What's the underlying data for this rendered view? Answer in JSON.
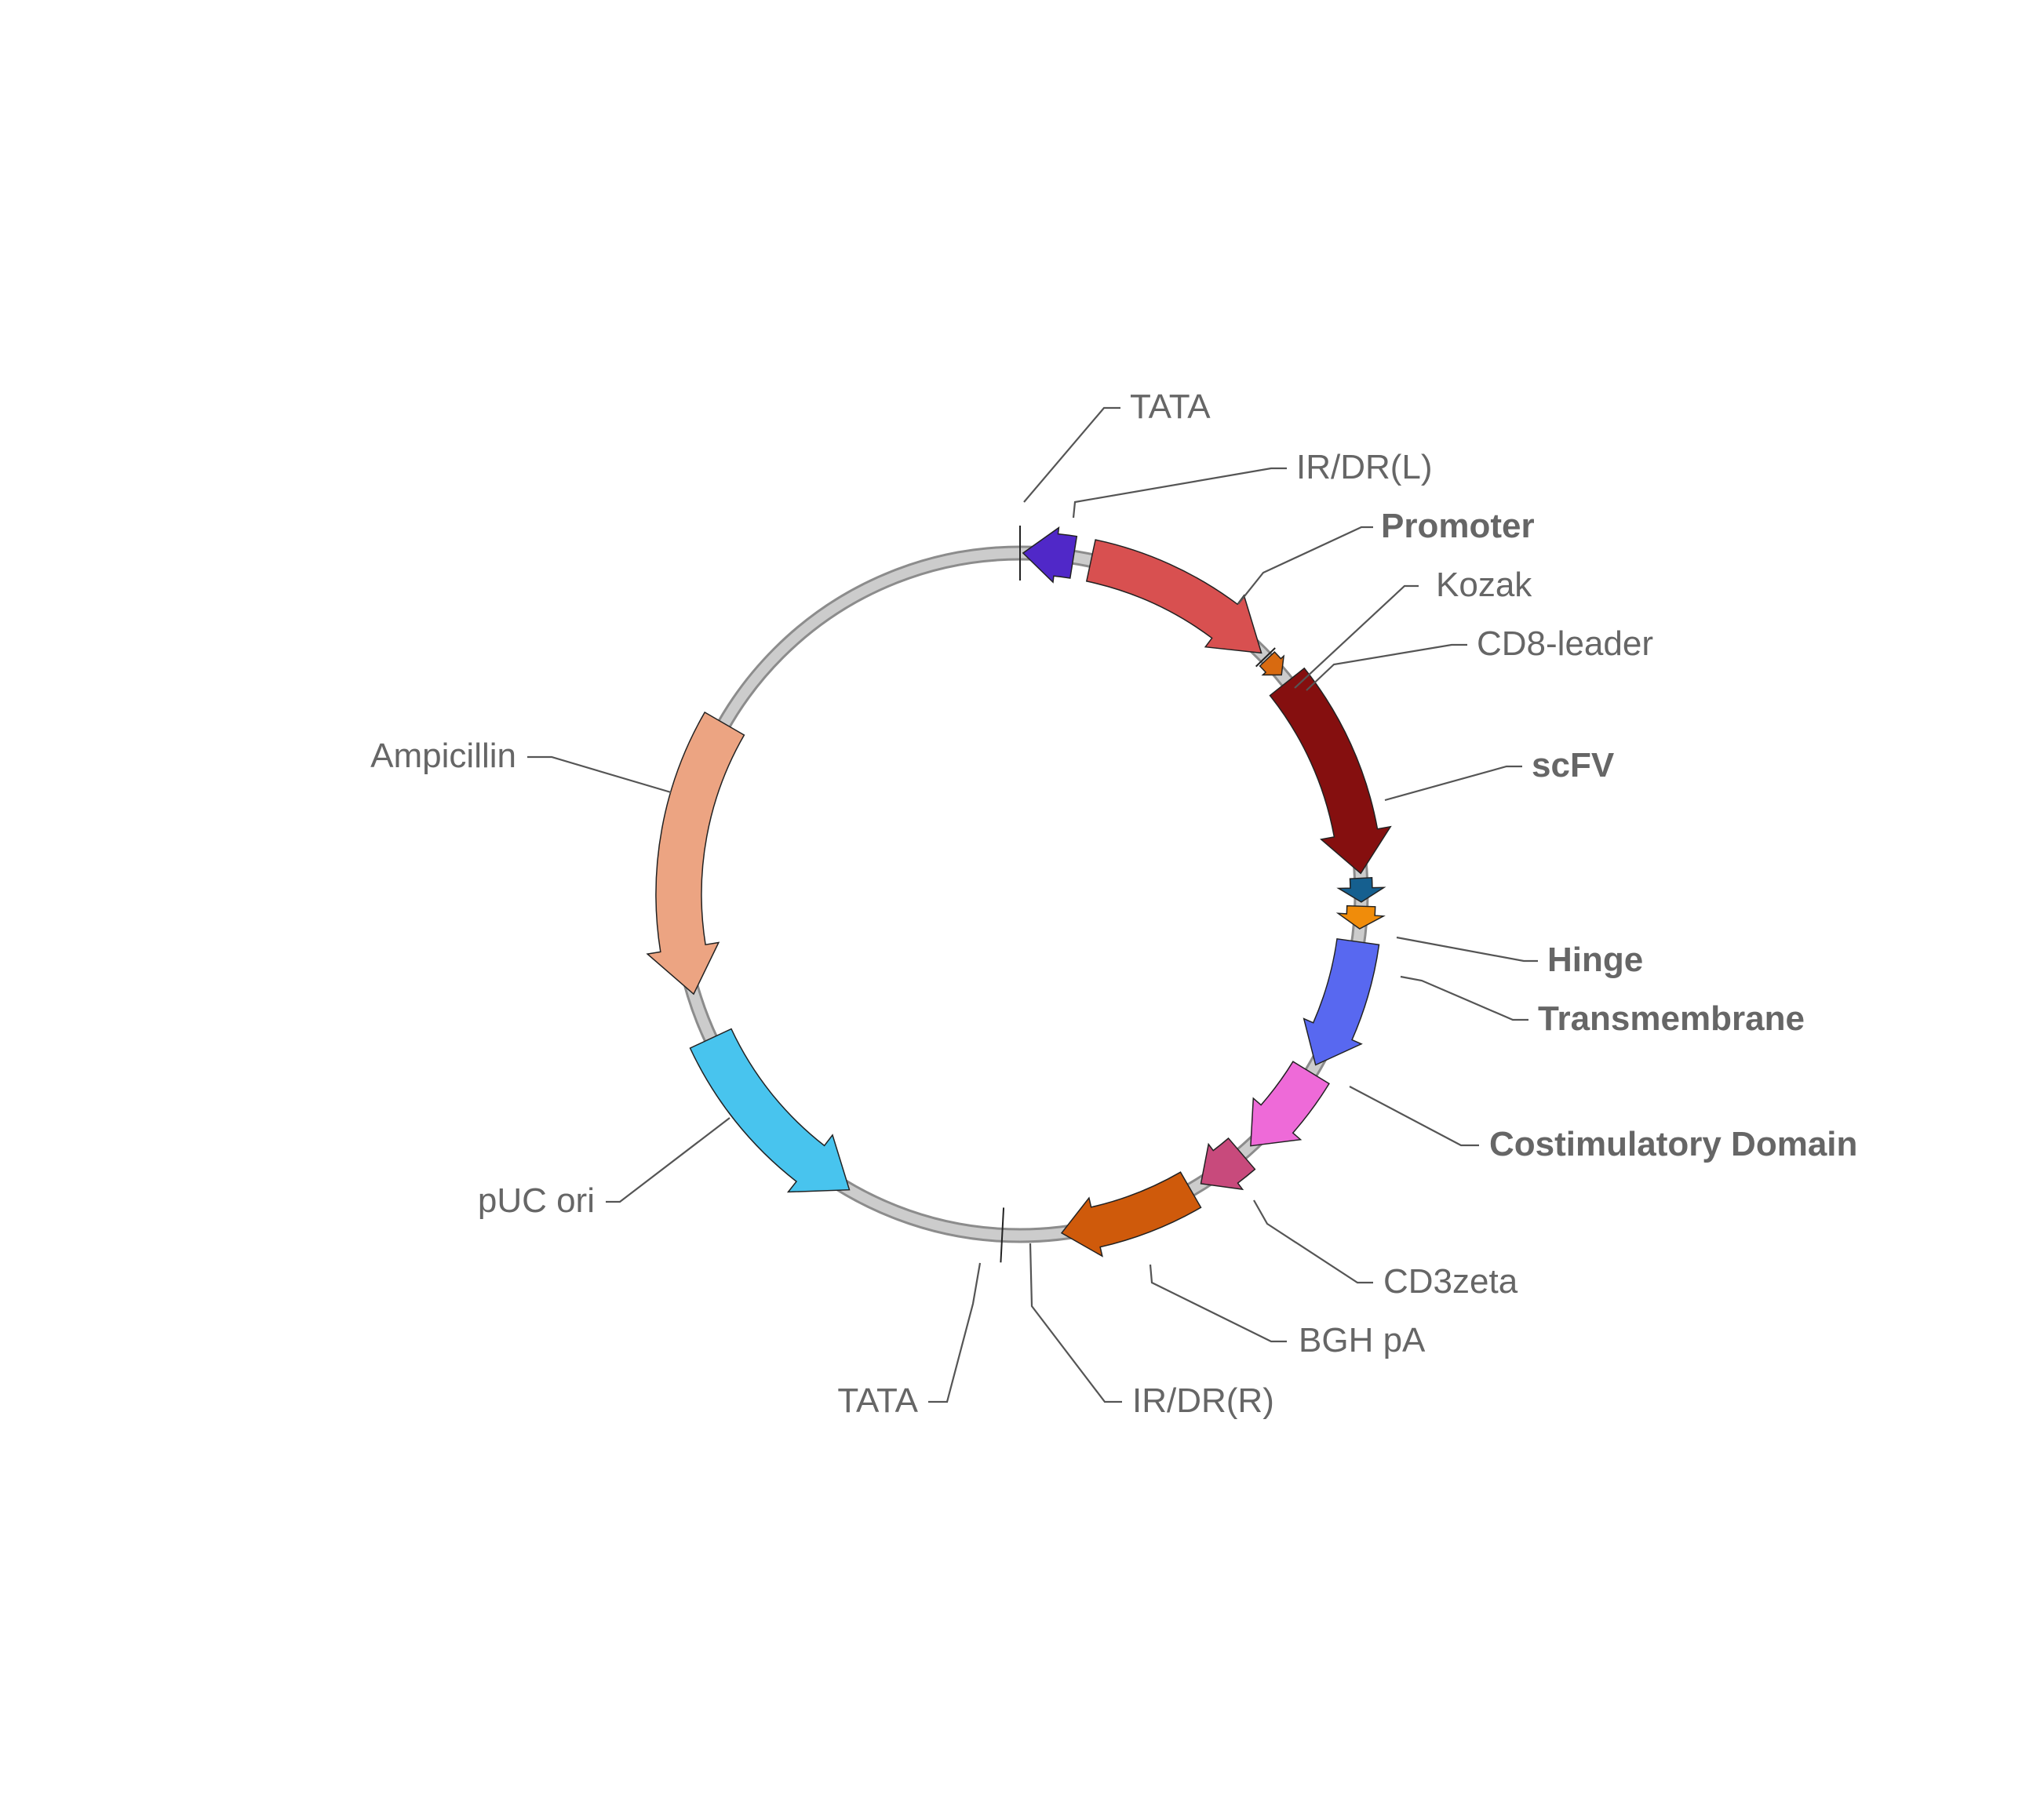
{
  "features": [
    {
      "key": "tata_top",
      "label": "TATA",
      "bold": false,
      "color": "",
      "kind": "site"
    },
    {
      "key": "ir_dr_l",
      "label": "IR/DR(L)",
      "bold": false,
      "color": "#5028c8",
      "kind": "arrow",
      "direction": "ccw"
    },
    {
      "key": "promoter",
      "label": "Promoter",
      "bold": true,
      "color": "#d85050",
      "kind": "arrow",
      "direction": "cw"
    },
    {
      "key": "kozak",
      "label": "Kozak",
      "bold": false,
      "color": "#1a1a1a",
      "kind": "site"
    },
    {
      "key": "cd8_leader",
      "label": "CD8-leader",
      "bold": false,
      "color": "#d86a10",
      "kind": "arrow",
      "direction": "cw"
    },
    {
      "key": "scfv",
      "label": "scFV",
      "bold": true,
      "color": "#850f0f",
      "kind": "arrow",
      "direction": "cw"
    },
    {
      "key": "hinge",
      "label": "Hinge",
      "bold": true,
      "color": "#155f8f",
      "kind": "arrow",
      "direction": "cw"
    },
    {
      "key": "transmembrane",
      "label": "Transmembrane",
      "bold": true,
      "color": "#f08c0a",
      "kind": "arrow",
      "direction": "cw"
    },
    {
      "key": "costim",
      "label": "Costimulatory Domain",
      "bold": true,
      "color": "#5868f0",
      "kind": "arrow",
      "direction": "cw"
    },
    {
      "key": "cd3zeta",
      "label": "CD3zeta",
      "bold": false,
      "color": "#ee6ad8",
      "kind": "arrow",
      "direction": "cw"
    },
    {
      "key": "bgh_pa",
      "label": "BGH pA",
      "bold": false,
      "color": "#c84a7c",
      "kind": "arrow",
      "direction": "cw"
    },
    {
      "key": "ir_dr_r",
      "label": "IR/DR(R)",
      "bold": false,
      "color": "#cf5a0b",
      "kind": "arrow",
      "direction": "cw"
    },
    {
      "key": "tata_bottom",
      "label": "TATA",
      "bold": false,
      "color": "",
      "kind": "site"
    },
    {
      "key": "puc_ori",
      "label": "pUC ori",
      "bold": false,
      "color": "#48c4ee",
      "kind": "arrow",
      "direction": "ccw"
    },
    {
      "key": "ampicillin",
      "label": "Ampicillin",
      "bold": false,
      "color": "#eca482",
      "kind": "arrow",
      "direction": "ccw"
    }
  ],
  "backbone_color": "#cccccc"
}
